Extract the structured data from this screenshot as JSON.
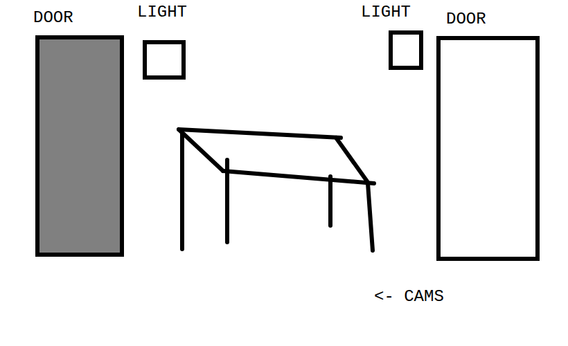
{
  "diagram": {
    "nodes": [
      {
        "text": [
          "DOOR"
        ]
      },
      {
        "text": [
          "LIGHT"
        ]
      },
      {
        "text": [
          "LIGHT"
        ]
      },
      {
        "text": [
          "DOOR"
        ]
      }
    ],
    "labels": [
      "<- CAMS"
    ]
  }
}
